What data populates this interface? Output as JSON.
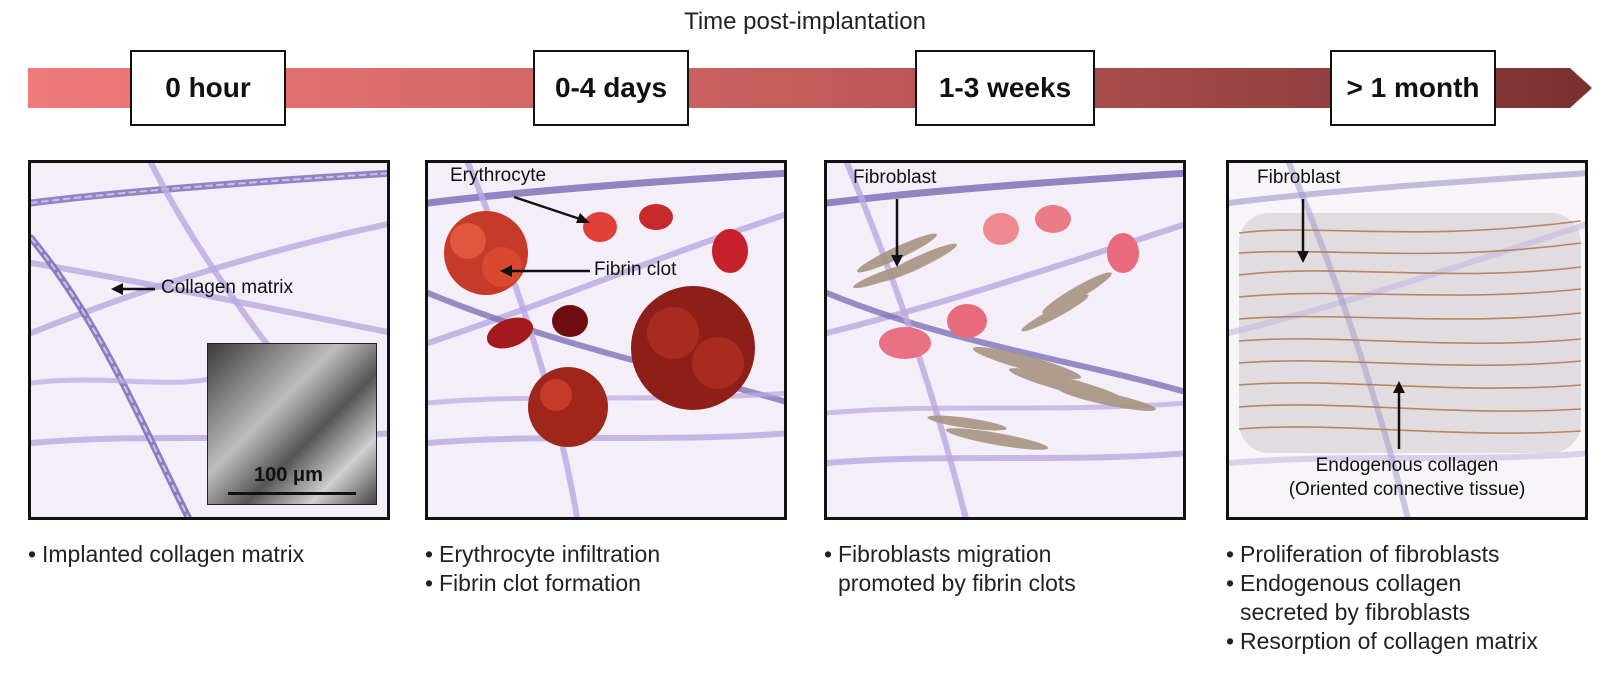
{
  "header": {
    "title": "Time post-implantation"
  },
  "stages": [
    {
      "label": "0 hour"
    },
    {
      "label": "0-4 days"
    },
    {
      "label": "1-3 weeks"
    },
    {
      "label": "> 1 month"
    }
  ],
  "panels": [
    {
      "labels": {
        "collagen": "Collagen matrix",
        "scale": "100 μm"
      }
    },
    {
      "labels": {
        "erythrocyte": "Erythrocyte",
        "fibrin": "Fibrin clot"
      }
    },
    {
      "labels": {
        "fibroblast": "Fibroblast"
      }
    },
    {
      "labels": {
        "fibroblast": "Fibroblast",
        "endo1": "Endogenous collagen",
        "endo2": "(Oriented connective tissue)"
      }
    }
  ],
  "descriptions": [
    {
      "items": [
        "Implanted collagen matrix"
      ]
    },
    {
      "items": [
        "Erythrocyte infiltration",
        "Fibrin clot formation"
      ]
    },
    {
      "items": [
        "Fibroblasts migration",
        "promoted by fibrin clots"
      ]
    },
    {
      "items": [
        "Proliferation of fibroblasts",
        "Endogenous collagen",
        "secreted by fibroblasts",
        "Resorption of collagen matrix"
      ]
    }
  ],
  "colors": {
    "arrow_start": "#f07a7c",
    "arrow_end": "#7a3030",
    "panel_bg": "#f4eef8",
    "collagen": "#8a7fc4",
    "erythrocyte": "#c0302a",
    "fibroblast": "#a89482"
  }
}
